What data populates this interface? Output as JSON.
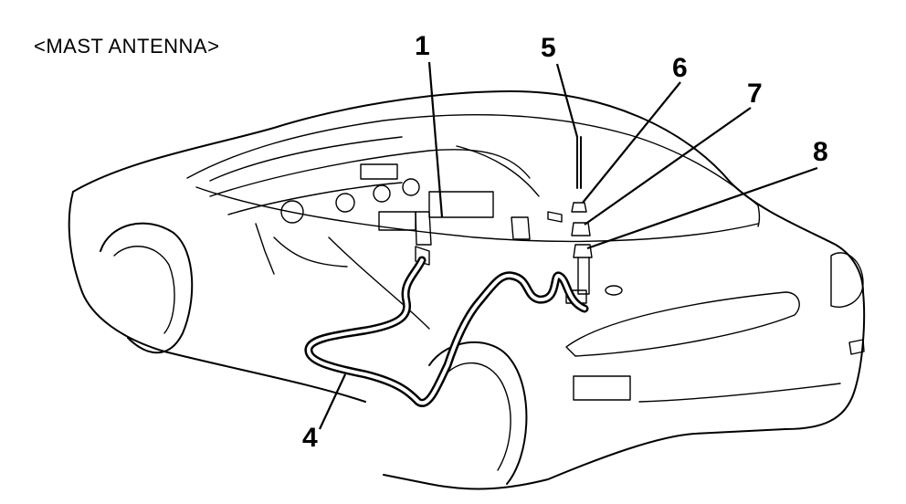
{
  "diagram": {
    "title": "<MAST ANTENNA>",
    "callouts": {
      "n1": "1",
      "n4": "4",
      "n5": "5",
      "n6": "6",
      "n7": "7",
      "n8": "8"
    }
  }
}
